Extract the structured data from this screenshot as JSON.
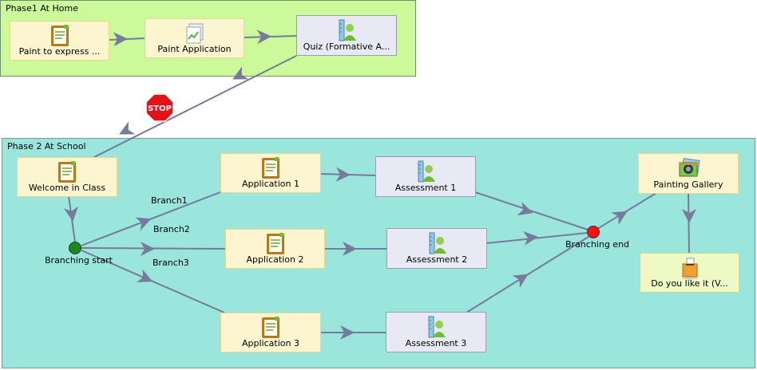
{
  "phases": {
    "home": {
      "title": "Phase1 At Home",
      "color": "#ccf99a"
    },
    "school": {
      "title": "Phase 2 At School",
      "color": "#9ae6dd"
    }
  },
  "nodes": {
    "paint_express": {
      "label": "Paint to express ...",
      "icon": "notepad-icon"
    },
    "paint_application": {
      "label": "Paint Application",
      "icon": "image-chart-icon"
    },
    "quiz": {
      "label": "Quiz (Formative A...",
      "icon": "learner-ruler-icon"
    },
    "welcome": {
      "label": "Welcome in Class",
      "icon": "notepad-icon"
    },
    "application1": {
      "label": "Application 1",
      "icon": "notepad-icon"
    },
    "application2": {
      "label": "Application 2",
      "icon": "notepad-icon"
    },
    "application3": {
      "label": "Application 3",
      "icon": "notepad-icon"
    },
    "assessment1": {
      "label": "Assessment 1",
      "icon": "learner-ruler-icon"
    },
    "assessment2": {
      "label": "Assessment 2",
      "icon": "learner-ruler-icon"
    },
    "assessment3": {
      "label": "Assessment 3",
      "icon": "learner-ruler-icon"
    },
    "painting_gallery": {
      "label": "Painting Gallery",
      "icon": "photo-gallery-icon"
    },
    "do_you_like": {
      "label": "Do you like it (V...",
      "icon": "ballot-box-icon"
    }
  },
  "gates": {
    "branching_start": {
      "label": "Branching start",
      "color": "#1a8a1a"
    },
    "branching_end": {
      "label": "Branching end",
      "color": "#ff1111"
    }
  },
  "branches": [
    "Branch1",
    "Branch2",
    "Branch3"
  ],
  "stop": {
    "label": "STOP",
    "color": "#e4101a"
  },
  "colors": {
    "link": "#777a9a",
    "activity_yellow": "#fdf5cf",
    "activity_purple": "#e9e9f6",
    "activity_green": "#eef9c4"
  }
}
